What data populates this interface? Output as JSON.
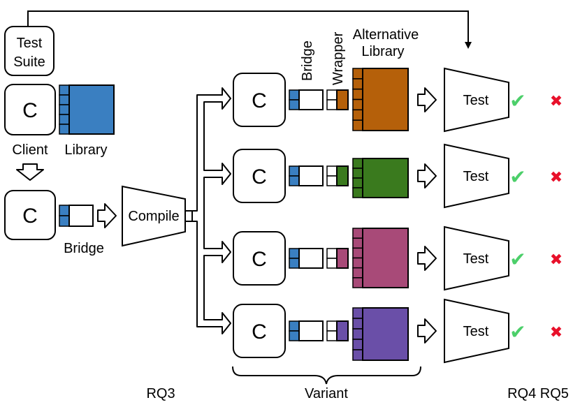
{
  "test_suite": {
    "line1": "Test",
    "line2": "Suite"
  },
  "client_box_letter": "C",
  "client_label": "Client",
  "library_label": "Library",
  "bridge_label": "Bridge",
  "compile_label": "Compile",
  "header_labels": {
    "bridge": "Bridge",
    "wrapper": "Wrapper",
    "alternative_line1": "Alternative",
    "alternative_line2": "Library"
  },
  "variants": [
    {
      "letter": "C",
      "test_label": "Test",
      "library_color": "#b5600a"
    },
    {
      "letter": "C",
      "test_label": "Test",
      "library_color": "#3a7a1e"
    },
    {
      "letter": "C",
      "test_label": "Test",
      "library_color": "#a84a78"
    },
    {
      "letter": "C",
      "test_label": "Test",
      "library_color": "#6a4fa8"
    }
  ],
  "check_glyph": "✔",
  "cross_glyph": "✖",
  "colors": {
    "library_blue": "#3a7fc1",
    "check_green": "#4ccf6a",
    "cross_red": "#e8102a"
  },
  "variant_brace_label": "Variant",
  "rq3_label": "RQ3",
  "rq45_label": "RQ4 RQ5"
}
